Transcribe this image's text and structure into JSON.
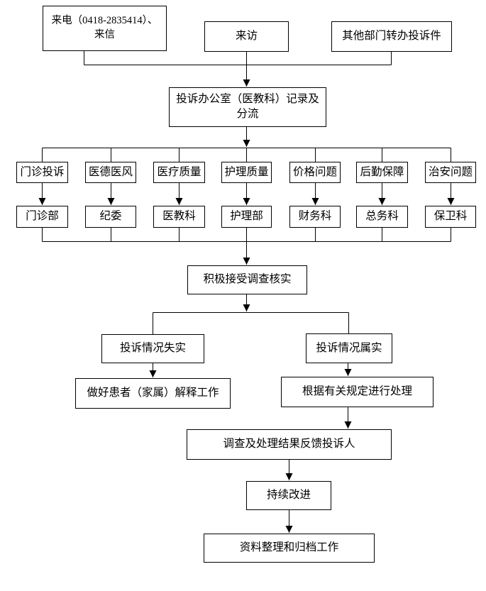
{
  "page": {
    "background": "#ffffff",
    "line_color": "#000000",
    "text_color": "#000000"
  },
  "nodes": {
    "call": {
      "line1": "来电（0418-2835414）、",
      "line2": "来信"
    },
    "visit": {
      "label": "来访"
    },
    "transfer": {
      "label": "其他部门转办投诉件"
    },
    "office": {
      "line1": "投诉办公室（医教科）记录及",
      "line2": "分流"
    },
    "verify": {
      "label": "积极接受调查核实"
    },
    "complaint_false": {
      "label": "投诉情况失实"
    },
    "complaint_true": {
      "label": "投诉情况属实"
    },
    "explain": {
      "label": "做好患者（家属）解释工作"
    },
    "handle": {
      "label": "根据有关规定进行处理"
    },
    "feedback": {
      "label": "调查及处理结果反馈投诉人"
    },
    "improve": {
      "label": "持续改进"
    },
    "archive": {
      "label": "资料整理和归档工作"
    }
  },
  "columns": [
    {
      "category": "门诊投诉",
      "department": "门诊部"
    },
    {
      "category": "医德医风",
      "department": "纪委"
    },
    {
      "category": "医疗质量",
      "department": "医教科"
    },
    {
      "category": "护理质量",
      "department": "护理部"
    },
    {
      "category": "价格问题",
      "department": "财务科"
    },
    {
      "category": "后勤保障",
      "department": "总务科"
    },
    {
      "category": "治安问题",
      "department": "保卫科"
    }
  ],
  "edges": [
    {
      "from": "来电（0418-2835414）、来信",
      "to": "投诉办公室（医教科）记录及分流"
    },
    {
      "from": "来访",
      "to": "投诉办公室（医教科）记录及分流"
    },
    {
      "from": "其他部门转办投诉件",
      "to": "投诉办公室（医教科）记录及分流"
    },
    {
      "from": "投诉办公室（医教科）记录及分流",
      "to": "门诊投诉/医德医风/医疗质量/护理质量/价格问题/后勤保障/治安问题"
    },
    {
      "from": "门诊投诉",
      "to": "门诊部"
    },
    {
      "from": "医德医风",
      "to": "纪委"
    },
    {
      "from": "医疗质量",
      "to": "医教科"
    },
    {
      "from": "护理质量",
      "to": "护理部"
    },
    {
      "from": "价格问题",
      "to": "财务科"
    },
    {
      "from": "后勤保障",
      "to": "总务科"
    },
    {
      "from": "治安问题",
      "to": "保卫科"
    },
    {
      "from": "各职能部门",
      "to": "积极接受调查核实"
    },
    {
      "from": "积极接受调查核实",
      "to": "投诉情况失实"
    },
    {
      "from": "积极接受调查核实",
      "to": "投诉情况属实"
    },
    {
      "from": "投诉情况失实",
      "to": "做好患者（家属）解释工作"
    },
    {
      "from": "投诉情况属实",
      "to": "根据有关规定进行处理"
    },
    {
      "from": "根据有关规定进行处理",
      "to": "调查及处理结果反馈投诉人"
    },
    {
      "from": "调查及处理结果反馈投诉人",
      "to": "持续改进"
    },
    {
      "from": "持续改进",
      "to": "资料整理和归档工作"
    }
  ]
}
